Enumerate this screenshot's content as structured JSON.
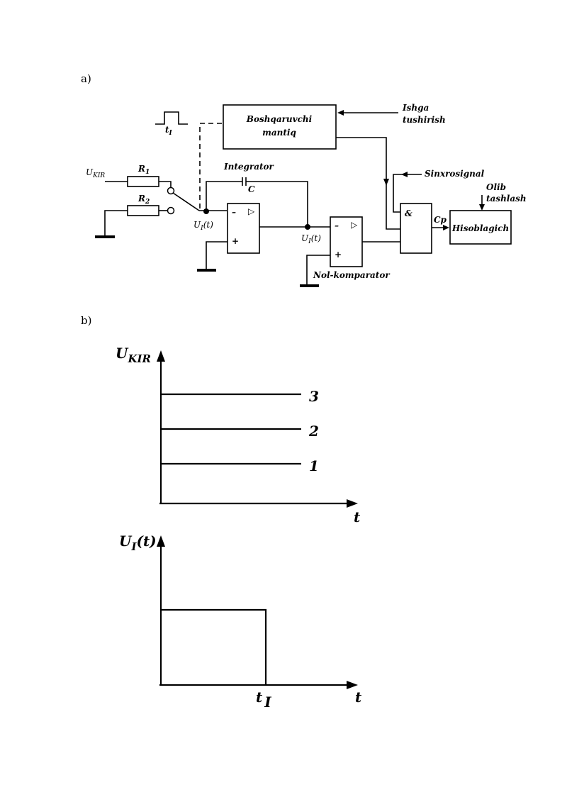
{
  "part_a_label": "a)",
  "part_b_label": "b)",
  "circuit": {
    "block_control": [
      "Boshqaruvchi",
      "mantiq"
    ],
    "block_counter": "Hisoblagich",
    "gate_and": "&",
    "label_start": [
      "Ishga",
      "tushirish"
    ],
    "label_sync": "Sinxrosignal",
    "label_reset": [
      "Olib",
      "tashlash"
    ],
    "label_cp": "Cp",
    "label_integrator": "Integrator",
    "label_c": "C",
    "label_r1": "R",
    "label_r1_sub": "1",
    "label_r2": "R",
    "label_r2_sub": "2",
    "label_ukir": "U",
    "label_ukir_sub": "KIR",
    "label_ui_in": "U",
    "label_ui_in_sub": "I",
    "label_ui_in_suffix": "(t)",
    "label_ui_out": "U",
    "label_ui_out_sub": "I",
    "label_ui_out_suffix": "(t)",
    "label_comparator": "Nol-komparator",
    "label_pulse": "t",
    "label_pulse_sub": "I",
    "opamp_minus": "–",
    "opamp_plus": "+",
    "opamp_tri": "▷"
  },
  "graph_top": {
    "ylabel": "U",
    "ylabel_sub": "KIR",
    "xlabel": "t",
    "levels": [
      {
        "label": "1",
        "value": 1
      },
      {
        "label": "2",
        "value": 2
      },
      {
        "label": "3",
        "value": 3
      }
    ]
  },
  "graph_bottom": {
    "ylabel": "U",
    "ylabel_sub": "I",
    "ylabel_suffix": "(t)",
    "xlabel": "t",
    "tick_label": "t",
    "tick_label_sub": "I",
    "pulse_level": 1,
    "pulse_end": 1
  }
}
